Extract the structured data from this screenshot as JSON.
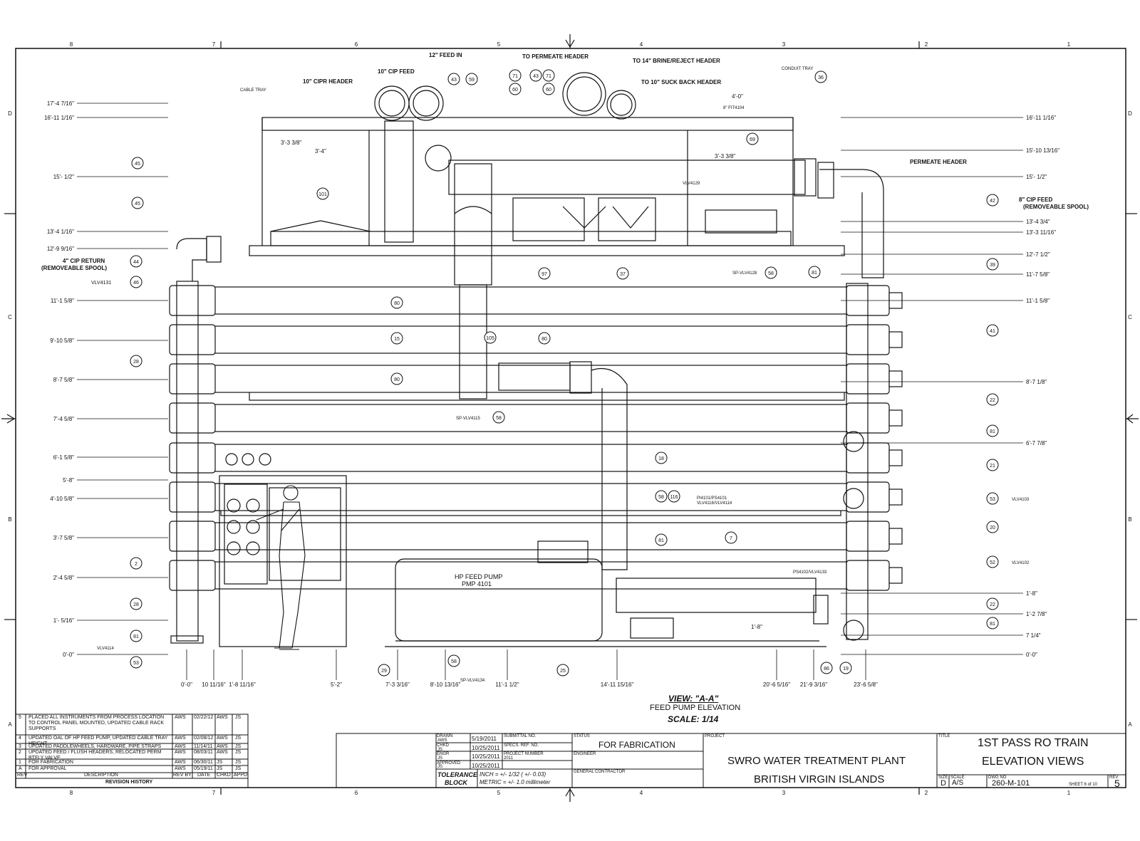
{
  "grid": {
    "columns": [
      "8",
      "7",
      "6",
      "5",
      "4",
      "3",
      "2",
      "1"
    ],
    "rows": [
      "D",
      "C",
      "B",
      "A"
    ]
  },
  "view": {
    "title": "VIEW: \"A-A\"",
    "subtitle": "FEED PUMP ELEVATION",
    "scale": "SCALE: 1/14"
  },
  "labels": {
    "feed_in": "12\" FEED IN",
    "to_permeate": "TO PERMEATE HEADER",
    "to_brine": "TO 14\" BRINE/REJECT HEADER",
    "to_suck_back": "TO 10\" SUCK BACK HEADER",
    "cip_feed_10": "10\" CIP FEED",
    "cipr_header": "10\" CIPR HEADER",
    "cable_tray": "CABLE TRAY",
    "conduit_tray": "CONDUIT TRAY",
    "permeate_header": "PERMEATE HEADER",
    "cip_feed_8a": "8\" CIP FEED",
    "cip_feed_8b": "(REMOVEABLE SPOOL)",
    "cip_return_a": "4\" CIP RETURN",
    "cip_return_b": "(REMOVEABLE SPOOL)",
    "vlv4131": "VLV4131",
    "vlv4114": "VLV4114",
    "vlv4129": "VLV4129",
    "fit4104": "8\" FIT4104",
    "sp_vlv4128": "SP-VLV4128",
    "sp_vlv4115": "SP-VLV4115",
    "sp_vlv4134": "SP-VLV4134",
    "pi_a": "PI4101/PS4101",
    "pi_b": "VLV4116/VLV4114",
    "ps4102": "PS4102/VLV4133",
    "vlv4103": "VLV4103",
    "vlv4102": "VLV4102",
    "pump_a": "HP FEED PUMP",
    "pump_b": "PMP 4101",
    "dim_4_0": "4'-0\"",
    "dim_3_3_38a": "3'-3 3/8\"",
    "dim_3_4": "3'-4\"",
    "dim_3_3_38b": "3'-3 3/8\"",
    "dim_1_8": "1'-8\""
  },
  "left_elevations": [
    "17'-4 7/16\"",
    "16'-11 1/16\"",
    "15'- 1/2\"",
    "13'-4 1/16\"",
    "12'-9 9/16\"",
    "11'-1 5/8\"",
    "9'-10 5/8\"",
    "8'-7 5/8\"",
    "7'-4 5/8\"",
    "6'-1 5/8\"",
    "5'-8\"",
    "4'-10 5/8\"",
    "3'-7 5/8\"",
    "2'-4 5/8\"",
    "1'- 5/16\"",
    "0'-0\""
  ],
  "right_elevations": [
    "16'-11 1/16\"",
    "15'-10 13/16\"",
    "15'- 1/2\"",
    "13'-4 3/4\"",
    "13'-3 11/16\"",
    "12'-7 1/2\"",
    "11'-7 5/8\"",
    "11'-1 5/8\"",
    "8'-7 1/8\"",
    "6'-7 7/8\"",
    "1'-8\"",
    "1'-2 7/8\"",
    "7 1/4\"",
    "0'-0\""
  ],
  "bottom_dims": [
    "0'-0\"",
    "10 11/16\"",
    "1'-8 11/16\"",
    "5'-2\"",
    "7'-3 3/16\"",
    "8'-10 13/16\"",
    "11'-1 1/2\"",
    "14'-11 15/16\"",
    "20'-6 5/16\"",
    "21'-9 3/16\"",
    "23'-6 5/8\""
  ],
  "balloons": [
    "43",
    "59",
    "71",
    "60",
    "43",
    "71",
    "60",
    "36",
    "69",
    "45",
    "45",
    "101",
    "42",
    "44",
    "46",
    "97",
    "37",
    "58",
    "81",
    "39",
    "80",
    "15",
    "105",
    "80",
    "41",
    "28",
    "80",
    "22",
    "58",
    "81",
    "18",
    "21",
    "58",
    "116",
    "53",
    "20",
    "2",
    "81",
    "7",
    "52",
    "28",
    "22",
    "81",
    "81",
    "53",
    "29",
    "58",
    "25",
    "86",
    "19"
  ],
  "revisions": [
    {
      "rev": "5",
      "desc": "PLACED ALL INSTRUMENTS FROM PROCESS LOCATION TO CONTROL PANEL MOUNTED, UPDATED CABLE RACK SUPPORTS",
      "by": "AWS",
      "date": "02/22/12",
      "chkd": "AWS",
      "appd": "JS"
    },
    {
      "rev": "4",
      "desc": "UPDATED OAL OF HP FEED PUMP, UPDATED CABLE TRAY HEIGHT",
      "by": "AWS",
      "date": "02/08/12",
      "chkd": "AWS",
      "appd": "JS"
    },
    {
      "rev": "3",
      "desc": "UPDATED PADDLEWHEELS, HARDWARE, PIPE STRAPS",
      "by": "AWS",
      "date": "11/14/11",
      "chkd": "AWS",
      "appd": "JS"
    },
    {
      "rev": "2",
      "desc": "UPDATED FEED / FLUSH HEADERS, RELOCATED PERM BTFLY VALVE",
      "by": "AWS",
      "date": "08/03/11",
      "chkd": "AWS",
      "appd": "JS"
    },
    {
      "rev": "1",
      "desc": "FOR FABRICATION",
      "by": "AWS",
      "date": "06/30/11",
      "chkd": "JS",
      "appd": "JS"
    },
    {
      "rev": "A",
      "desc": "FOR APPROVAL",
      "by": "AWS",
      "date": "05/19/11",
      "chkd": "JS",
      "appd": "JS"
    }
  ],
  "revision_headers": {
    "rev": "REV",
    "desc": "DESCRIPTION",
    "by": "REV BY",
    "date": "DATE",
    "chkd": "CHKD",
    "appd": "APPD",
    "title": "REVISION HISTORY"
  },
  "title_block": {
    "drawn_label": "DRAWN",
    "drawn_by": "AWS",
    "drawn_date": "5/19/2011",
    "chkd_label": "CHKD",
    "chkd_by": "JS",
    "chkd_date": "10/25/2011",
    "engr_label": "ENGR",
    "engr_by": "JS",
    "engr_date": "10/25/2011",
    "appd_label": "APPROVED",
    "appd_by": "JS",
    "appd_date": "10/25/2011",
    "submittal": "SUBMITTAL NO.",
    "spec": "SPECS. REF. NO.",
    "project_no_label": "PROJECT NUMBER",
    "project_no": "2011",
    "tolerance_a": "TOLERANCE",
    "tolerance_b": "BLOCK",
    "tol_inch": "INCH = +/- 1/32 ( +/- 0.03)",
    "tol_metric": "METRIC = +/- 1.0 millimeter",
    "status_label": "STATUS",
    "status": "FOR FABRICATION",
    "engineer_label": "ENGINEER",
    "gc_label": "GENERAL CONTRACTOR",
    "project_label": "PROJECT",
    "project_line1": "SWRO WATER TREATMENT PLANT",
    "project_line2": "BRITISH VIRGIN ISLANDS",
    "title_label": "TITLE",
    "title_line1": "1ST PASS RO TRAIN",
    "title_line2": "ELEVATION VIEWS",
    "size_label": "SIZE",
    "size": "D",
    "scale_label": "SCALE",
    "scale": "A/S",
    "dwg_label": "DWG NO",
    "dwg": "260-M-101",
    "sheet": "SHEET 6 of 10",
    "rev_label": "REV",
    "rev": "5"
  }
}
